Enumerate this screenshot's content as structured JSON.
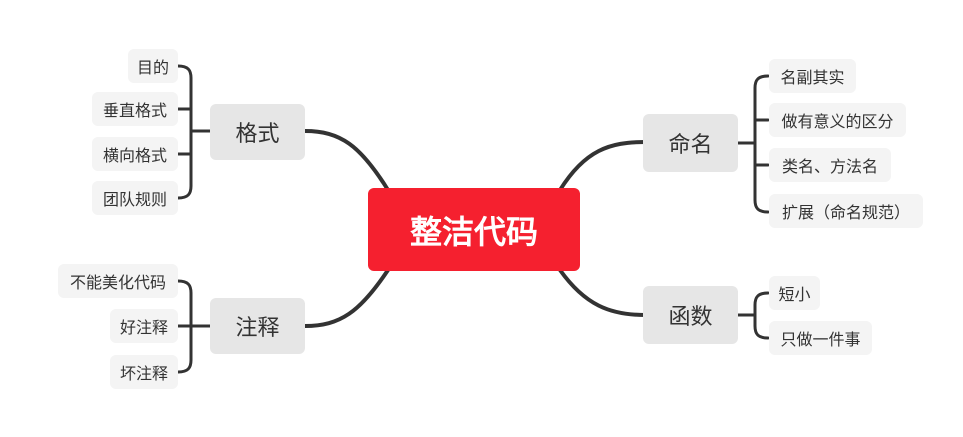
{
  "central": {
    "label": "整洁代码"
  },
  "branches": {
    "naming": {
      "label": "命名",
      "items": [
        "名副其实",
        "做有意义的区分",
        "类名、方法名",
        "扩展（命名规范）"
      ]
    },
    "functions": {
      "label": "函数",
      "items": [
        "短小",
        "只做一件事"
      ]
    },
    "format": {
      "label": "格式",
      "items": [
        "目的",
        "垂直格式",
        "横向格式",
        "团队规则"
      ]
    },
    "comments": {
      "label": "注释",
      "items": [
        "不能美化代码",
        "好注释",
        "坏注释"
      ]
    }
  },
  "colors": {
    "central_fill": "#f5202f",
    "main_fill": "#e6e6e6",
    "leaf_fill": "#f4f4f4",
    "connector": "#333333"
  }
}
